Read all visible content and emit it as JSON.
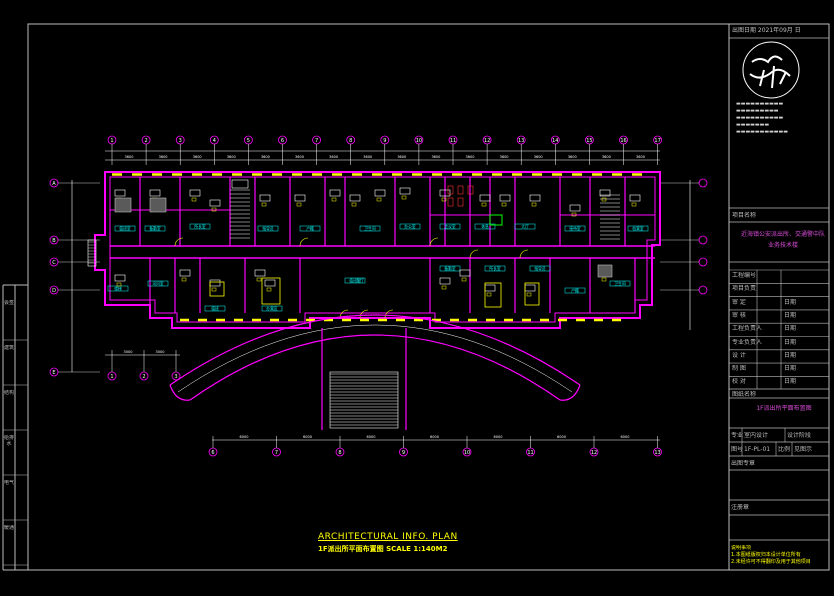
{
  "drawing": {
    "title": "ARCHITECTURAL INFO. PLAN",
    "subtitle": "1F派出所平面布置图",
    "scale": "SCALE 1:140M2"
  },
  "plan": {
    "grid_top": [
      "1",
      "2",
      "3",
      "4",
      "5",
      "6",
      "7",
      "8",
      "9",
      "10",
      "11",
      "12",
      "13",
      "14",
      "15",
      "16",
      "17"
    ],
    "grid_bottom_left": [
      "1",
      "2",
      "3"
    ],
    "grid_bottom": [
      "6",
      "7",
      "8",
      "9",
      "10",
      "11",
      "12",
      "13"
    ],
    "grid_left": [
      "A",
      "B",
      "C",
      "D",
      "E"
    ],
    "room_labels": [
      "值班室",
      "备勤室",
      "所长室",
      "指导员",
      "户籍",
      "卫生间",
      "办公室",
      "会议室",
      "休息",
      "大厅",
      "接待室",
      "档案室",
      "楼梯",
      "讯问室",
      "值班",
      "办案区"
    ]
  },
  "title_block": {
    "date": "出图日期    2021年09月  日",
    "company_lines": [
      "▬▬▬▬▬▬▬▬▬▬",
      "▬▬▬▬▬▬▬▬▬",
      "▬▬▬▬▬▬▬▬▬▬",
      "▬▬▬▬▬▬▬",
      "▬▬▬▬▬▬▬▬▬▬▬"
    ],
    "project_label": "项目名称",
    "project_name": "近海镇公安派出所、交通警中队业务技术楼",
    "rows": [
      {
        "label": "工程编号",
        "value": ""
      },
      {
        "label": "项目负责",
        "value": ""
      },
      {
        "label": "审    定",
        "value": "日期"
      },
      {
        "label": "审    核",
        "value": "日期"
      },
      {
        "label": "工程负责人",
        "value": "日期"
      },
      {
        "label": "专业负责人",
        "value": "日期"
      },
      {
        "label": "设    计",
        "value": "日期"
      },
      {
        "label": "制    图",
        "value": "日期"
      },
      {
        "label": "校    对",
        "value": "日期"
      }
    ],
    "drawing_name_label": "图纸名称",
    "drawing_name": "1F派出所平面布置图",
    "meta1": [
      "专业",
      "室内设计",
      "设计阶段"
    ],
    "meta2": [
      "图号",
      "1F-PL-01",
      "比例",
      "见图示"
    ],
    "stamp_label": "出图专章",
    "seal_label": "注册章",
    "notes": [
      "说明事项",
      "1.本图纸版权归本设计单位所有",
      "2.未经许可不得翻印及用于其他项目"
    ],
    "left_strip": [
      "会签",
      "建筑",
      "结构",
      "给排水",
      "电气",
      "暖通"
    ]
  },
  "colors": {
    "wall": "#ff00ff",
    "yellow": "#ffff00",
    "cyan": "#00ffff",
    "white": "#ffffff",
    "red": "#ff3030",
    "green": "#00ff00",
    "orange": "#ffa500",
    "gray": "#bdbdbd"
  }
}
